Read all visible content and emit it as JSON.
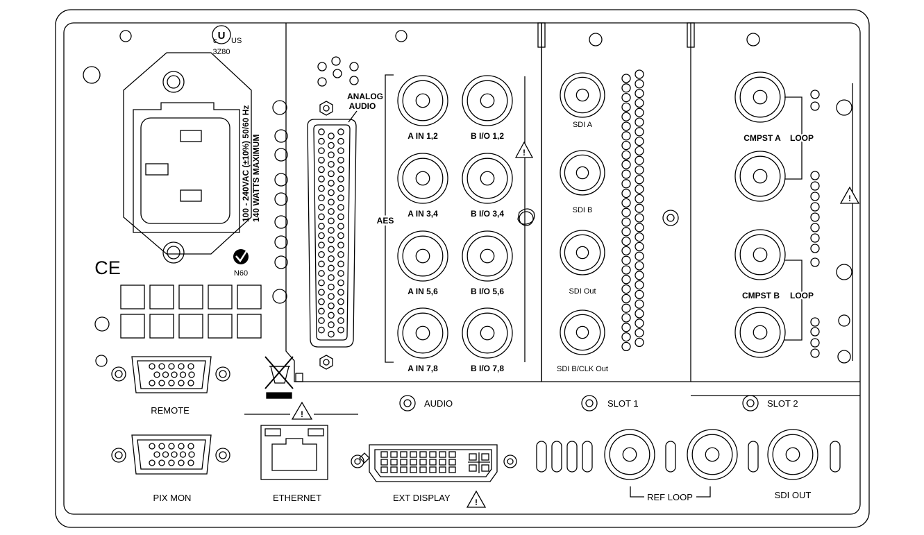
{
  "power": {
    "rating_line1": "100 - 240VAC (±10%) 50/60 Hz",
    "rating_line2": "140 WATTS MAXIMUM",
    "ul_c": "c",
    "ul_us": "US",
    "ul_code": "3Z80",
    "ce_mark": "CE",
    "ctick_code": "N60"
  },
  "audio_module": {
    "analog_label_line1": "ANALOG",
    "analog_label_line2": "AUDIO",
    "aes_label": "AES",
    "connectors": [
      "A IN 1,2",
      "B I/O 1,2",
      "A IN 3,4",
      "B I/O 3,4",
      "A IN 5,6",
      "B I/O 5,6",
      "A IN 7,8",
      "B I/O 7,8"
    ],
    "slot_label": "AUDIO"
  },
  "slot1_module": {
    "connectors": [
      "SDI A",
      "SDI B",
      "SDI Out",
      "SDI B/CLK Out"
    ],
    "slot_label": "SLOT 1"
  },
  "slot2_module": {
    "cmpst_a": "CMPST A",
    "cmpst_b": "CMPST B",
    "loop": "LOOP",
    "slot_label": "SLOT 2"
  },
  "bottom": {
    "remote": "REMOTE",
    "pix_mon": "PIX MON",
    "ethernet": "ETHERNET",
    "ext_display": "EXT DISPLAY",
    "ref_loop": "REF LOOP",
    "sdi_out": "SDI OUT",
    "warning_glyph": "!"
  }
}
